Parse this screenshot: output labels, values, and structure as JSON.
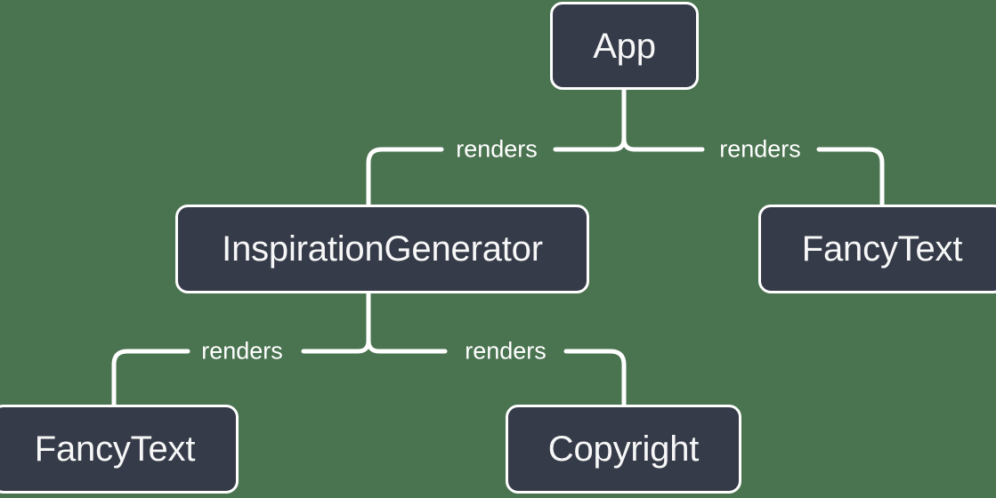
{
  "diagram": {
    "type": "component-tree",
    "background_color": "#4a7350",
    "node_fill_color": "#353b48",
    "node_border_color": "#ffffff",
    "text_color": "#f7f7f8",
    "edge_color": "#ffffff",
    "nodes": [
      {
        "id": "app",
        "label": "App"
      },
      {
        "id": "inspiration",
        "label": "InspirationGenerator"
      },
      {
        "id": "fancytext_right",
        "label": "FancyText"
      },
      {
        "id": "fancytext_left",
        "label": "FancyText"
      },
      {
        "id": "copyright",
        "label": "Copyright"
      }
    ],
    "edges": [
      {
        "from": "app",
        "to": "inspiration",
        "label": "renders"
      },
      {
        "from": "app",
        "to": "fancytext_right",
        "label": "renders"
      },
      {
        "from": "inspiration",
        "to": "fancytext_left",
        "label": "renders"
      },
      {
        "from": "inspiration",
        "to": "copyright",
        "label": "renders"
      }
    ]
  }
}
